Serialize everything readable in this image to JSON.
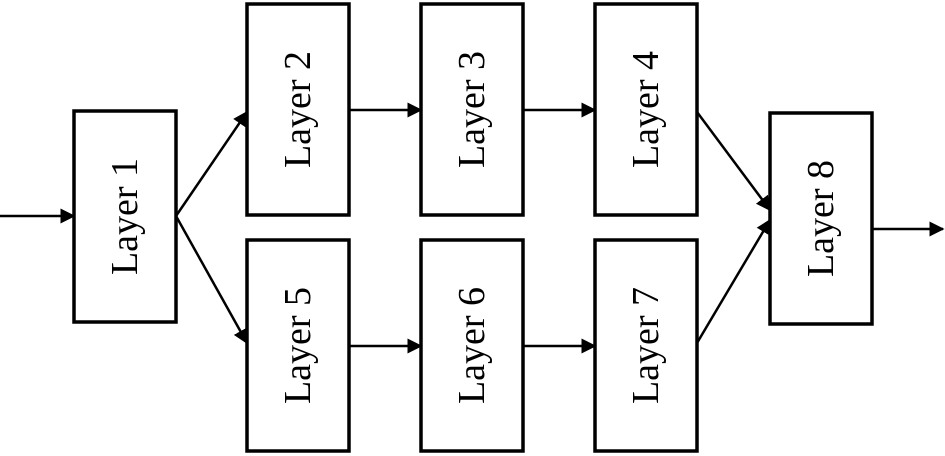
{
  "diagram": {
    "nodes": [
      {
        "id": "layer1",
        "label": "Layer 1"
      },
      {
        "id": "layer2",
        "label": "Layer 2"
      },
      {
        "id": "layer3",
        "label": "Layer 3"
      },
      {
        "id": "layer4",
        "label": "Layer 4"
      },
      {
        "id": "layer5",
        "label": "Layer 5"
      },
      {
        "id": "layer6",
        "label": "Layer 6"
      },
      {
        "id": "layer7",
        "label": "Layer 7"
      },
      {
        "id": "layer8",
        "label": "Layer 8"
      }
    ],
    "edges": [
      {
        "from": "input",
        "to": "layer1"
      },
      {
        "from": "layer1",
        "to": "layer2"
      },
      {
        "from": "layer1",
        "to": "layer5"
      },
      {
        "from": "layer2",
        "to": "layer3"
      },
      {
        "from": "layer3",
        "to": "layer4"
      },
      {
        "from": "layer5",
        "to": "layer6"
      },
      {
        "from": "layer6",
        "to": "layer7"
      },
      {
        "from": "layer4",
        "to": "layer8"
      },
      {
        "from": "layer7",
        "to": "layer8"
      },
      {
        "from": "layer8",
        "to": "output"
      }
    ]
  }
}
